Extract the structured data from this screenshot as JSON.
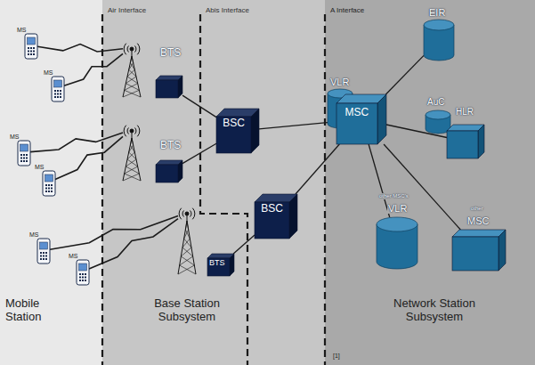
{
  "diagram": {
    "nodes": [
      {
        "text": [
          "MS"
        ]
      },
      {
        "text": [
          "MS"
        ]
      },
      {
        "text": [
          "MS"
        ]
      },
      {
        "text": [
          "MS"
        ]
      },
      {
        "text": [
          "MS"
        ]
      },
      {
        "text": [
          "MS"
        ]
      },
      {
        "text": [
          "BTS"
        ]
      },
      {
        "text": [
          "BTS"
        ]
      },
      {
        "text": [
          "BTS"
        ]
      },
      {
        "text": [
          "BSC"
        ]
      },
      {
        "text": [
          "BSC"
        ]
      },
      {
        "text": [
          "VLR"
        ]
      },
      {
        "text": [
          "MSC"
        ]
      },
      {
        "text": [
          "EIR"
        ]
      },
      {
        "text": [
          "AuC"
        ]
      },
      {
        "text": [
          "HLR"
        ]
      },
      {
        "text": [
          "other MSC's",
          "VLR"
        ]
      },
      {
        "text": [
          "other",
          "MSC"
        ]
      }
    ],
    "edges": [
      {
        "from": 0,
        "to": 6,
        "arrow": "none"
      },
      {
        "from": 1,
        "to": 6,
        "arrow": "none"
      },
      {
        "from": 2,
        "to": 7,
        "arrow": "none"
      },
      {
        "from": 3,
        "to": 7,
        "arrow": "none"
      },
      {
        "from": 4,
        "to": 8,
        "arrow": "none"
      },
      {
        "from": 5,
        "to": 8,
        "arrow": "none"
      },
      {
        "from": 6,
        "to": 9,
        "arrow": "none"
      },
      {
        "from": 7,
        "to": 9,
        "arrow": "none"
      },
      {
        "from": 8,
        "to": 10,
        "arrow": "none"
      },
      {
        "from": 9,
        "to": 12,
        "arrow": "none"
      },
      {
        "from": 10,
        "to": 12,
        "arrow": "none"
      },
      {
        "from": 12,
        "to": 13,
        "arrow": "none"
      },
      {
        "from": 12,
        "to": 15,
        "arrow": "none"
      },
      {
        "from": 12,
        "to": 16,
        "arrow": "none"
      },
      {
        "from": 12,
        "to": 17,
        "arrow": "none"
      }
    ],
    "labels": [
      "Air Interface",
      "Abis Interface",
      "A Interface",
      "Mobile Station",
      "Base Station Subsystem",
      "Network Station Subsystem",
      "[1]"
    ]
  }
}
